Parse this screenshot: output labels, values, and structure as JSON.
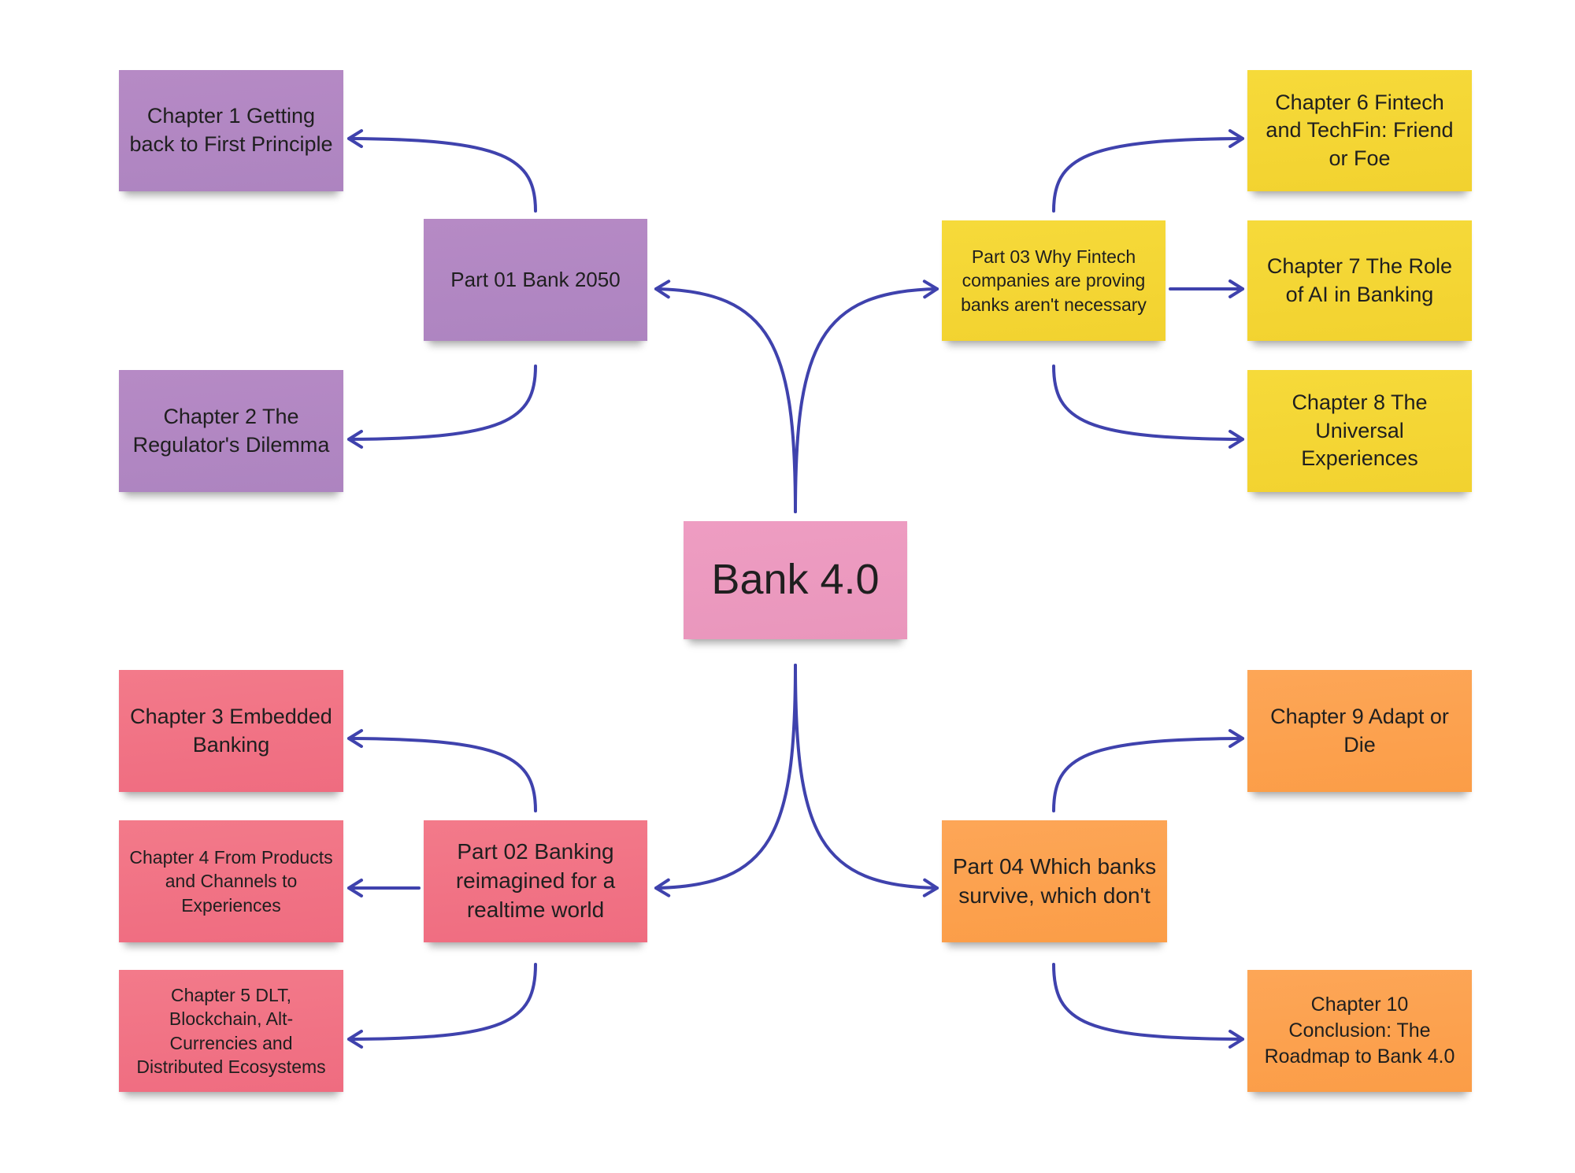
{
  "center": {
    "label": "Bank 4.0"
  },
  "parts": {
    "part01": "Part 01 Bank 2050",
    "part02": "Part 02 Banking reimagined for a realtime world",
    "part03": "Part 03 Why Fintech companies are proving banks aren't necessary",
    "part04": "Part 04 Which banks survive, which don't"
  },
  "chapters": {
    "ch1": "Chapter 1 Getting back to First Principle",
    "ch2": "Chapter 2 The Regulator's Dilemma",
    "ch3": "Chapter 3 Embedded Banking",
    "ch4": "Chapter 4 From Products and Channels to Experiences",
    "ch5": "Chapter 5 DLT, Blockchain, Alt-Currencies and Distributed Ecosystems",
    "ch6": "Chapter 6 Fintech and TechFin: Friend or Foe",
    "ch7": "Chapter 7 The Role of AI in Banking",
    "ch8": "Chapter 8 The Universal Experiences",
    "ch9": "Chapter 9 Adapt or Die",
    "ch10": "Chapter 10 Conclusion: The Roadmap to Bank 4.0"
  },
  "colors": {
    "line": "#3f42ad",
    "purple": "#b085c0",
    "yellow": "#f3d431",
    "red": "#f0707f",
    "orange": "#fca04d",
    "pink": "#eb99be"
  }
}
